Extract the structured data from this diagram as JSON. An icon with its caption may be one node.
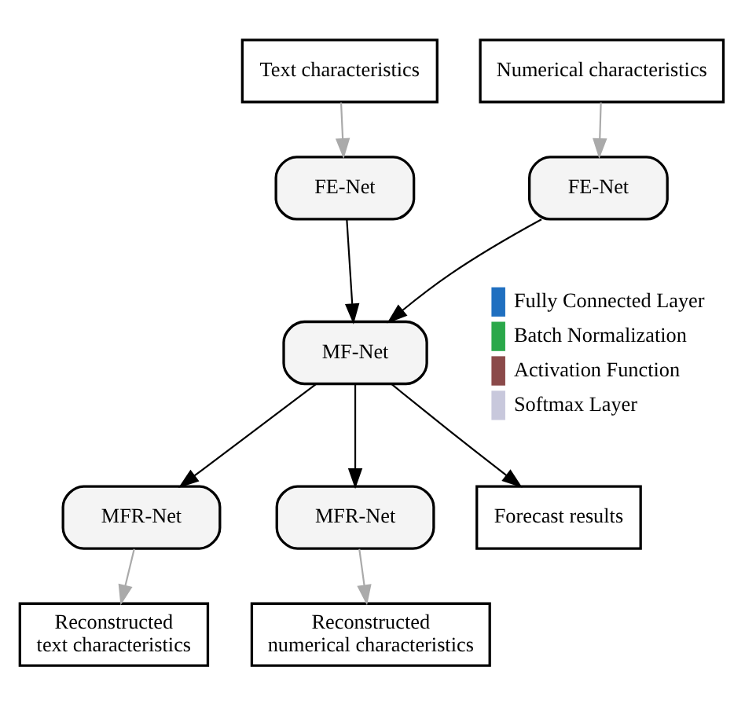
{
  "diagram": {
    "nodes": [
      {
        "text": [
          "Text characteristics"
        ]
      },
      {
        "text": [
          "Numerical characteristics"
        ]
      },
      {
        "text": [
          "FE-Net"
        ]
      },
      {
        "text": [
          "FE-Net"
        ]
      },
      {
        "text": [
          "MF-Net"
        ]
      },
      {
        "text": [
          "MFR-Net"
        ]
      },
      {
        "text": [
          "MFR-Net"
        ]
      },
      {
        "text": [
          "Forecast results"
        ]
      },
      {
        "text": [
          "Reconstructed text characteristics"
        ]
      },
      {
        "text": [
          "Reconstructed numerical characteristics"
        ]
      }
    ],
    "edges": [
      {
        "from": 0,
        "to": 2,
        "arrow": "to",
        "color": "#aaaaaa"
      },
      {
        "from": 1,
        "to": 3,
        "arrow": "to",
        "color": "#aaaaaa"
      },
      {
        "from": 2,
        "to": 4,
        "arrow": "to"
      },
      {
        "from": 3,
        "to": 4,
        "arrow": "to"
      },
      {
        "from": 4,
        "to": 5,
        "arrow": "to"
      },
      {
        "from": 4,
        "to": 6,
        "arrow": "to"
      },
      {
        "from": 4,
        "to": 7,
        "arrow": "to"
      },
      {
        "from": 5,
        "to": 8,
        "arrow": "to",
        "color": "#aaaaaa"
      },
      {
        "from": 6,
        "to": 9,
        "arrow": "to",
        "color": "#aaaaaa"
      }
    ],
    "legend": [
      {
        "text": "Fully Connected Layer",
        "color": "#1f6fc0"
      },
      {
        "text": "Batch Normalization",
        "color": "#2aa84a"
      },
      {
        "text": "Activation Function",
        "color": "#8b4a4a"
      },
      {
        "text": "Softmax Layer",
        "color": "#c8c8dc"
      }
    ]
  }
}
